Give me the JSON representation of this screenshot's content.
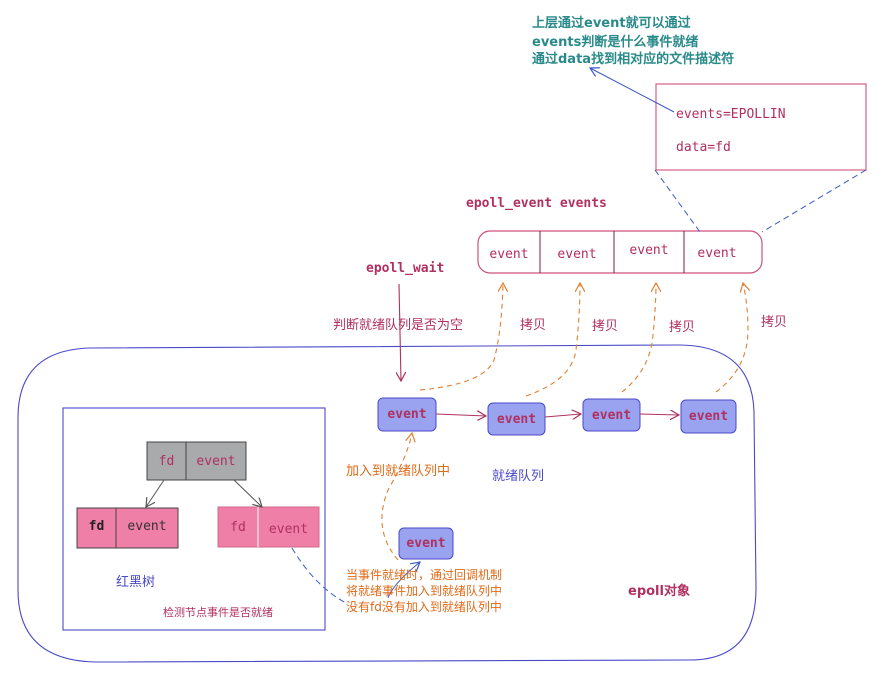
{
  "top_note": {
    "line1": "上层通过event就可以通过",
    "line2": "events判断是什么事件就绪",
    "line3": "通过data找到相对应的文件描述符",
    "color": "#2a8a8a"
  },
  "event_struct": {
    "events_field": "events=EPOLLIN",
    "data_field": "data=fd"
  },
  "events_array": {
    "title": "epoll_event events",
    "cells": [
      "event",
      "event",
      "event",
      "event"
    ]
  },
  "copy_label": "拷贝",
  "epoll_wait": {
    "label": "epoll_wait",
    "check_label": "判断就绪队列是否为空"
  },
  "ready_queue": {
    "nodes": [
      "event",
      "event",
      "event",
      "event"
    ],
    "label": "就绪队列"
  },
  "add_label": "加入到就绪队列中",
  "new_event": {
    "label": "event",
    "desc_line1": "当事件就绪时，通过回调机制",
    "desc_line2": "将就绪事件加入到就绪队列中",
    "desc_line3": "没有fd没有加入到就绪队列中"
  },
  "rbtree": {
    "root": {
      "fd": "fd",
      "event": "event"
    },
    "left": {
      "fd": "fd",
      "event": "event"
    },
    "right": {
      "fd": "fd",
      "event": "event"
    },
    "title": "红黑树",
    "subtitle": "检测节点事件是否就绪"
  },
  "epoll_object_label": "epoll对象",
  "colors": {
    "crimson": "#b03060",
    "orange": "#e06a18",
    "blue_node": "#9aa3f0",
    "pink_node": "#ef7fa6",
    "gray_node": "#a9aaab",
    "outline_blue": "#4a4ac8",
    "dashed_blue": "#3a58c8"
  }
}
